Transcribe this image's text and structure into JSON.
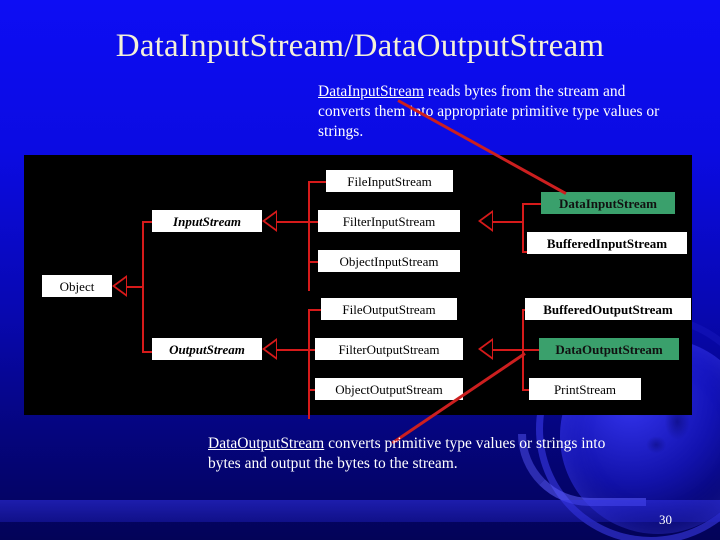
{
  "slide": {
    "title": "DataInputStream/DataOutputStream",
    "page_number": "30",
    "background_color": "#0a0ad0",
    "accent_color": "#d61a1a",
    "highlight_color": "#3aa06c",
    "title_color": "#f3f0d8"
  },
  "top_blurb": {
    "emphasis": "DataInputStream",
    "text": " reads bytes from the stream and converts them into appropriate primitive type values or strings."
  },
  "bottom_blurb": {
    "emphasis": "DataOutputStream",
    "text": " converts primitive type values or strings into bytes and output the bytes to the stream."
  },
  "diagram": {
    "nodes": [
      {
        "id": "object",
        "label": "Object",
        "abstract": false,
        "highlight": false
      },
      {
        "id": "input-stream",
        "label": "InputStream",
        "abstract": true,
        "highlight": false
      },
      {
        "id": "output-stream",
        "label": "OutputStream",
        "abstract": true,
        "highlight": false
      },
      {
        "id": "file-input-stream",
        "label": "FileInputStream",
        "abstract": false,
        "highlight": false
      },
      {
        "id": "filter-input-stream",
        "label": "FilterInputStream",
        "abstract": false,
        "highlight": false
      },
      {
        "id": "object-input-stream",
        "label": "ObjectInputStream",
        "abstract": false,
        "highlight": false
      },
      {
        "id": "data-input-stream",
        "label": "DataInputStream",
        "abstract": false,
        "highlight": true
      },
      {
        "id": "buffered-input-stream",
        "label": "BufferedInputStream",
        "abstract": false,
        "highlight": false
      },
      {
        "id": "file-output-stream",
        "label": "FileOutputStream",
        "abstract": false,
        "highlight": false
      },
      {
        "id": "filter-output-stream",
        "label": "FilterOutputStream",
        "abstract": false,
        "highlight": false
      },
      {
        "id": "object-output-stream",
        "label": "ObjectOutputStream",
        "abstract": false,
        "highlight": false
      },
      {
        "id": "buffered-output-stream",
        "label": "BufferedOutputStream",
        "abstract": false,
        "highlight": false
      },
      {
        "id": "data-output-stream",
        "label": "DataOutputStream",
        "abstract": false,
        "highlight": true
      },
      {
        "id": "print-stream",
        "label": "PrintStream",
        "abstract": false,
        "highlight": false
      }
    ]
  }
}
